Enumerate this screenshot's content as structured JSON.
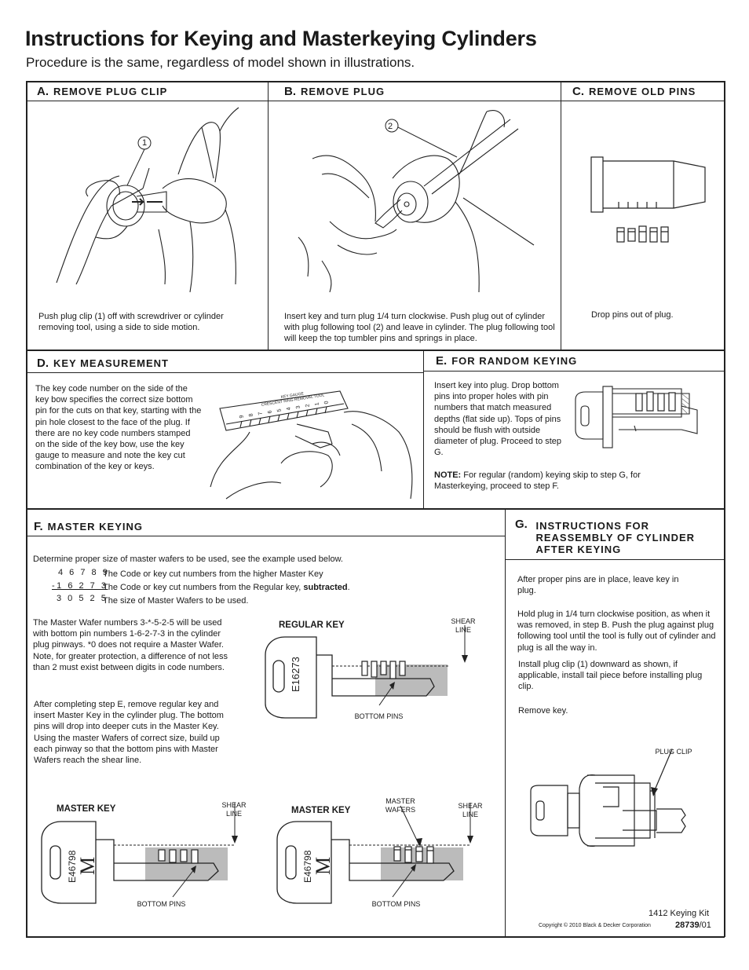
{
  "header": {
    "title": "Instructions for Keying and Masterkeying Cylinders",
    "subtitle": "Procedure is the same, regardless of model shown in illustrations."
  },
  "sections": {
    "a": {
      "letter": "A.",
      "title": "REMOVE PLUG CLIP",
      "callout": "1",
      "text": "Push plug clip (1) off with screwdriver or cylinder removing tool, using a side to side motion."
    },
    "b": {
      "letter": "B.",
      "title": "REMOVE PLUG",
      "callout": "2",
      "text": "Insert key and turn plug 1/4 turn clockwise. Push plug out of cylinder with plug following tool (2) and leave in cylinder. The plug following tool will keep the top tumbler pins and springs in place."
    },
    "c": {
      "letter": "C.",
      "title": "REMOVE OLD PINS",
      "text": "Drop pins out of plug."
    },
    "d": {
      "letter": "D.",
      "title": "KEY MEASUREMENT",
      "text": "The key code number on the side of the key bow specifies the correct size bottom pin for the cuts on that key, starting with the pin hole closest to the face of the plug.  If there are no key code numbers stamped on the side of the key bow, use the key gauge to measure and note the key cut combination of the key or keys.",
      "gauge_label_1": "KEY GAUGE",
      "gauge_label_2": "CRESCENT RING REMOVAL TOOL",
      "gauge_numbers": [
        "9",
        "8",
        "7",
        "6",
        "5",
        "4",
        "3",
        "2",
        "1",
        "0"
      ]
    },
    "e": {
      "letter": "E.",
      "title": "FOR RANDOM KEYING",
      "text": "Insert key into plug. Drop bottom pins into proper holes with pin numbers that match measured depths (flat side up). Tops of pins should be flush with outside diameter of plug. Proceed to step G.",
      "note_label": "NOTE:",
      "note_text": " For regular (random) keying skip to step G, for Masterkeying, proceed to step F."
    },
    "f": {
      "letter": "F.",
      "title": "MASTER KEYING",
      "intro": "Determine proper size of master wafers to be used, see the example used below.",
      "rows": [
        {
          "num": "4 6 7 8 9",
          "desc": "The Code or key cut numbers from the higher Master Key",
          "bold": ""
        },
        {
          "num": "-1 6 2 7 3",
          "desc": "The Code or key cut numbers from the Regular key, ",
          "bold": "subtracted"
        },
        {
          "num": "3 0 5 2 5",
          "desc": "The size of Master Wafers to be used.",
          "bold": ""
        }
      ],
      "para1": "The Master Wafer numbers 3-*-5-2-5 will be used with bottom pin numbers 1-6-2-7-3 in the cylinder plug pinways.  *0 does not require a Master Wafer. Note, for greater protection, a difference of not less than 2 must exist between digits in code numbers.",
      "para2": "After completing step E, remove regular key and insert Master Key in the cylinder plug. The bottom pins will drop into deeper cuts in the Master Key. Using the master Wafers of correct size, build up each pinway so that the bottom pins with Master Wafers reach the shear line.",
      "regular_key": {
        "label": "REGULAR KEY",
        "code": "E16273",
        "shear": "SHEAR LINE",
        "bottom": "BOTTOM PINS"
      },
      "master_key_1": {
        "label": "MASTER KEY",
        "code": "E46798",
        "mark": "M",
        "shear": "SHEAR LINE",
        "bottom": "BOTTOM PINS"
      },
      "master_key_2": {
        "label": "MASTER KEY",
        "code": "E46798",
        "mark": "M",
        "shear": "SHEAR LINE",
        "wafers": "MASTER WAFERS",
        "bottom": "BOTTOM PINS"
      }
    },
    "g": {
      "letter": "G.",
      "title_1": "INSTRUCTIONS FOR",
      "title_2": "REASSEMBLY OF CYLINDER",
      "title_3": "AFTER KEYING",
      "p1": "After proper pins are in place, leave key in plug.",
      "p2": "Hold plug in 1/4 turn clockwise position, as when it was removed, in step B. Push the plug against plug following tool until the tool is fully out of cylinder and plug is all the way in.",
      "p3": "Install plug clip (1) downward as shown, if applicable, install tail piece before installing plug clip.",
      "p4": "Remove key.",
      "plug_clip": "PLUG CLIP"
    }
  },
  "footer": {
    "kit": "1412 Keying Kit",
    "copyright": "Copyright © 2010 Black & Decker Corporation",
    "part_bold": "28739",
    "part_rest": "/01"
  }
}
